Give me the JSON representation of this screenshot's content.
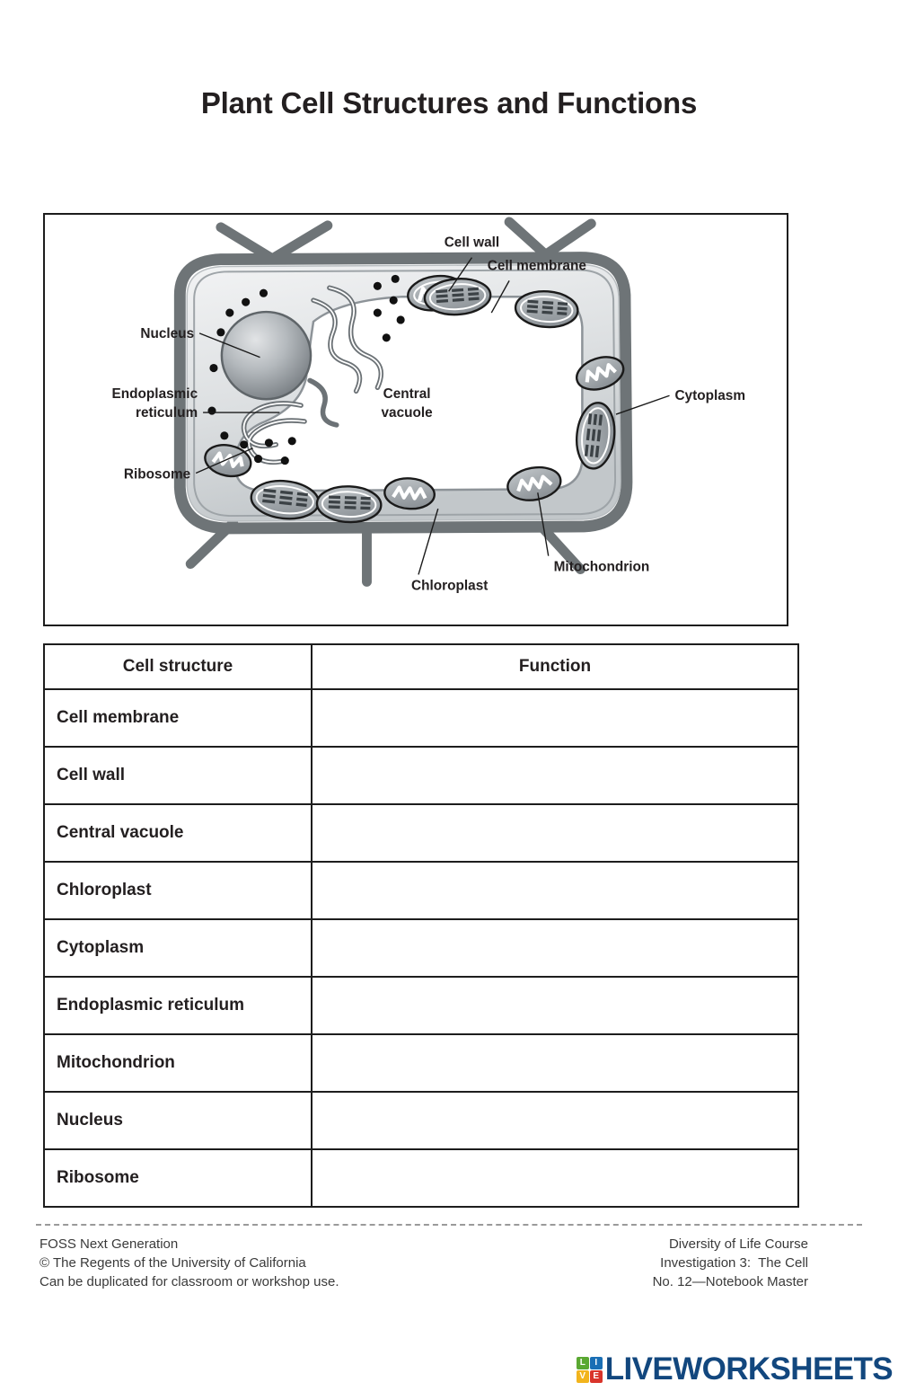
{
  "title": "Plant Cell Structures and Functions",
  "diagram": {
    "name": "plant-cell-diagram",
    "labels": {
      "cell_wall": "Cell wall",
      "cell_membrane": "Cell membrane",
      "nucleus": "Nucleus",
      "endoplasmic_reticulum_line1": "Endoplasmic",
      "endoplasmic_reticulum_line2": "reticulum",
      "ribosome": "Ribosome",
      "central_vacuole_line1": "Central",
      "central_vacuole_line2": "vacuole",
      "cytoplasm": "Cytoplasm",
      "chloroplast": "Chloroplast",
      "mitochondrion": "Mitochondrion"
    },
    "colors": {
      "cell_wall": "#6e7477",
      "cytoplasm_light": "#e9ebec",
      "cytoplasm_mid": "#c9cdd0",
      "organelle_fill": "#9aa0a4",
      "organelle_outline": "#1a1a1a",
      "nucleus_dark": "#6f7479",
      "ribosome": "#111111"
    }
  },
  "table": {
    "headers": {
      "structure": "Cell structure",
      "function": "Function"
    },
    "rows": [
      {
        "structure": "Cell membrane",
        "function": ""
      },
      {
        "structure": "Cell wall",
        "function": ""
      },
      {
        "structure": "Central vacuole",
        "function": ""
      },
      {
        "structure": "Chloroplast",
        "function": ""
      },
      {
        "structure": "Cytoplasm",
        "function": ""
      },
      {
        "structure": "Endoplasmic reticulum",
        "function": ""
      },
      {
        "structure": "Mitochondrion",
        "function": ""
      },
      {
        "structure": "Nucleus",
        "function": ""
      },
      {
        "structure": "Ribosome",
        "function": ""
      }
    ]
  },
  "footer": {
    "left": [
      "FOSS Next Generation",
      "© The Regents of the University of California",
      "Can be duplicated for classroom or workshop use."
    ],
    "right": [
      "Diversity of Life Course",
      "Investigation 3:  The Cell",
      "No. 12—Notebook Master"
    ]
  },
  "logo": {
    "wordmark": "LIVEWORKSHEETS",
    "mark_letters": [
      "L",
      "I",
      "V",
      "E"
    ],
    "mark_colors": [
      "#5aa832",
      "#1a6fb5",
      "#f2b41c",
      "#d9342b"
    ],
    "wordmark_color": "#12477e"
  }
}
